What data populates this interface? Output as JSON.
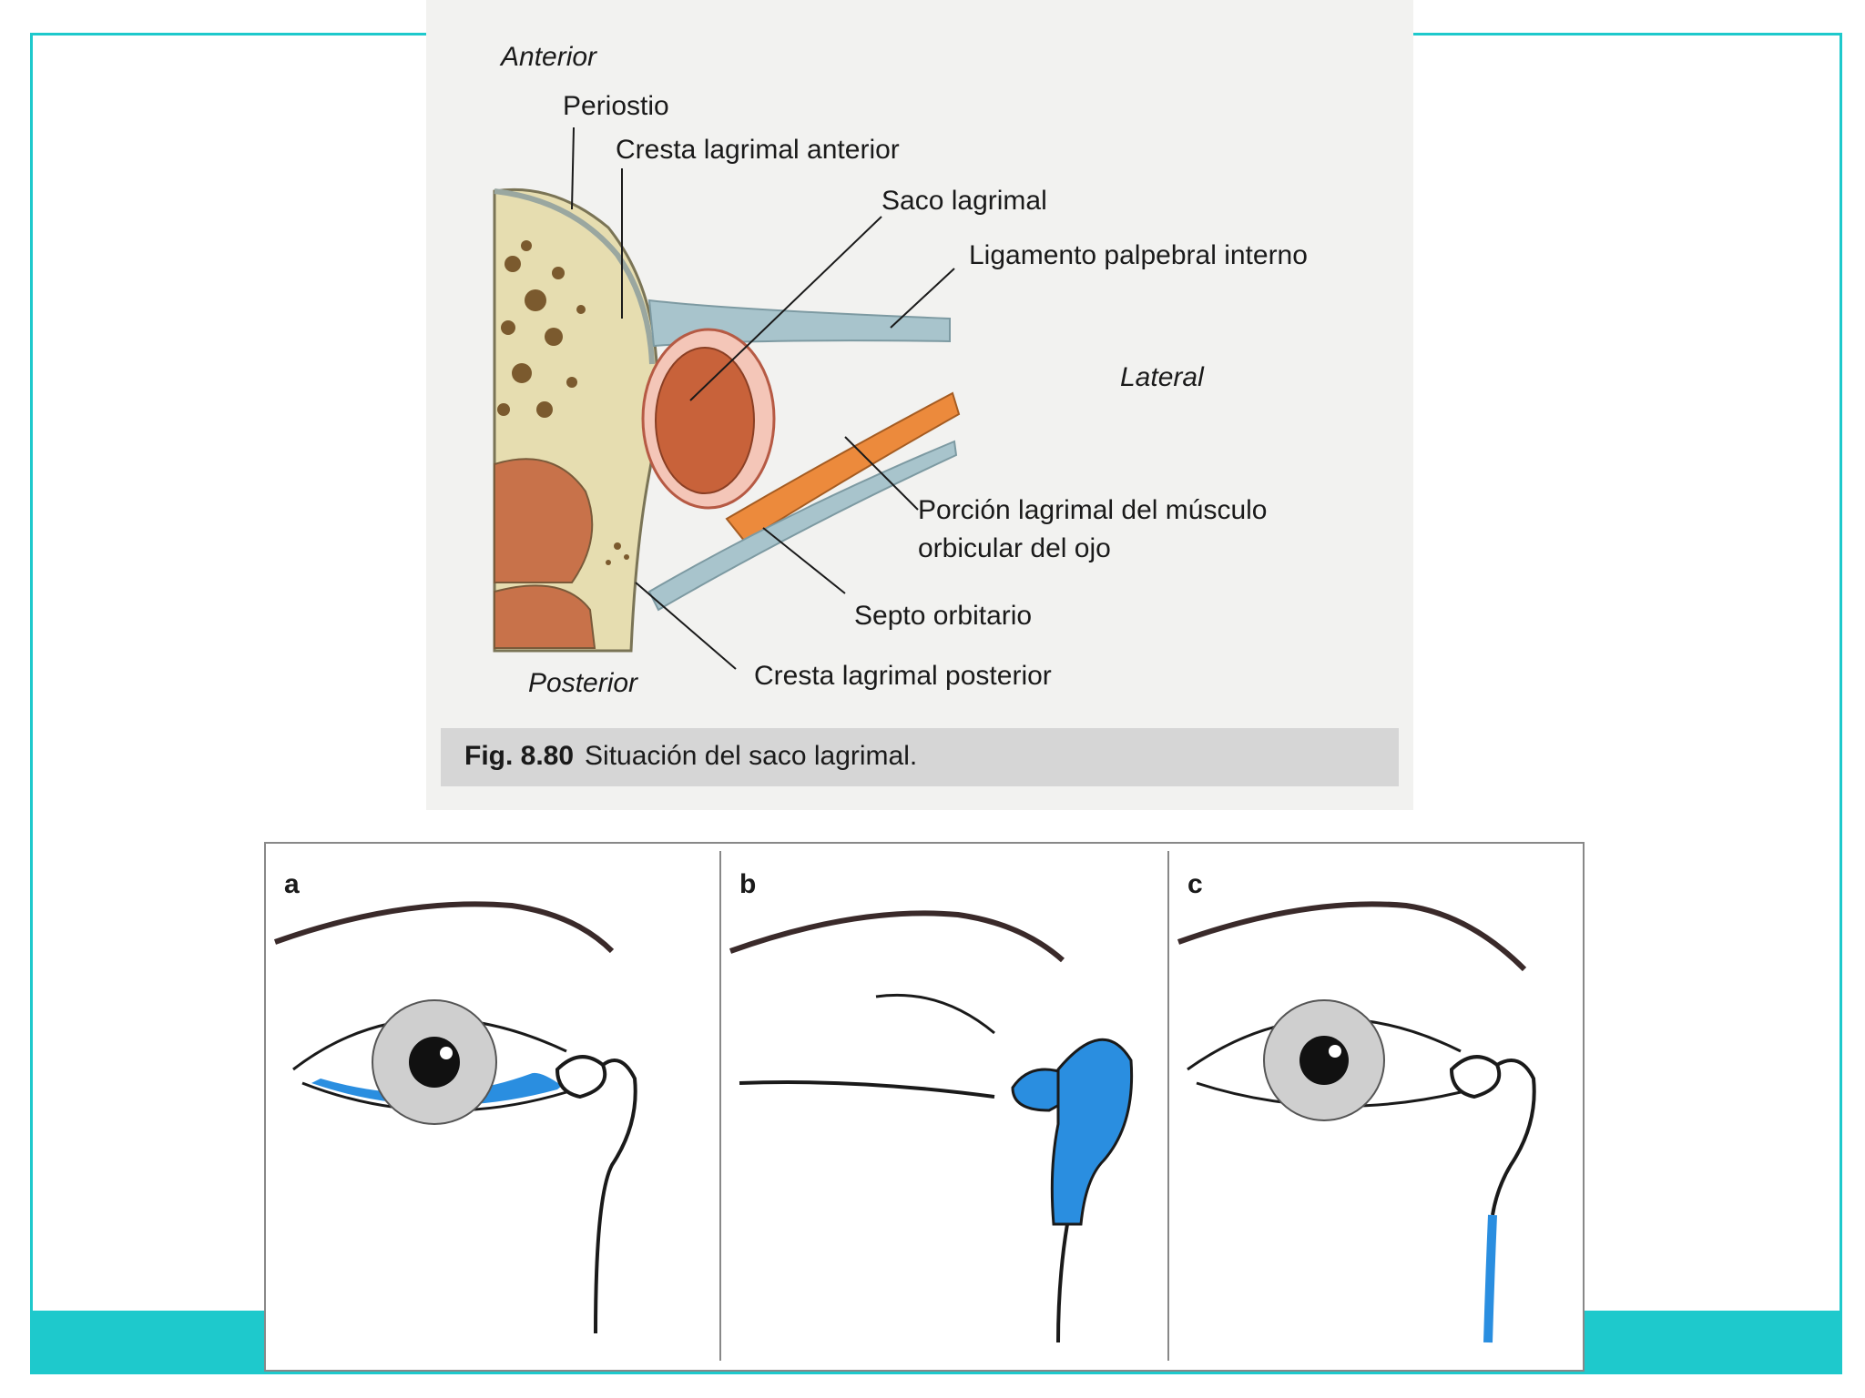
{
  "diagram_top": {
    "labels": {
      "anterior": "Anterior",
      "periostio": "Periostio",
      "cresta_anterior": "Cresta lagrimal anterior",
      "saco": "Saco lagrimal",
      "ligamento": "Ligamento palpebral interno",
      "lateral": "Lateral",
      "porcion_1": "Porción lagrimal del músculo",
      "porcion_2": "orbicular del ojo",
      "septo": "Septo orbitario",
      "cresta_posterior": "Cresta lagrimal posterior",
      "posterior": "Posterior"
    },
    "caption_fig": "Fig. 8.80",
    "caption_text": "Situación del saco lagrimal."
  },
  "diagram_bottom": {
    "panels": [
      {
        "letter": "a"
      },
      {
        "letter": "b"
      },
      {
        "letter": "c"
      }
    ]
  },
  "colors": {
    "frame": "#1ec9cc",
    "bone": "#e6ddb0",
    "sac": "#c8623a",
    "muscle": "#ec8a3c",
    "ligament": "#a8c4cc",
    "tear_blue": "#2a8ee0"
  }
}
